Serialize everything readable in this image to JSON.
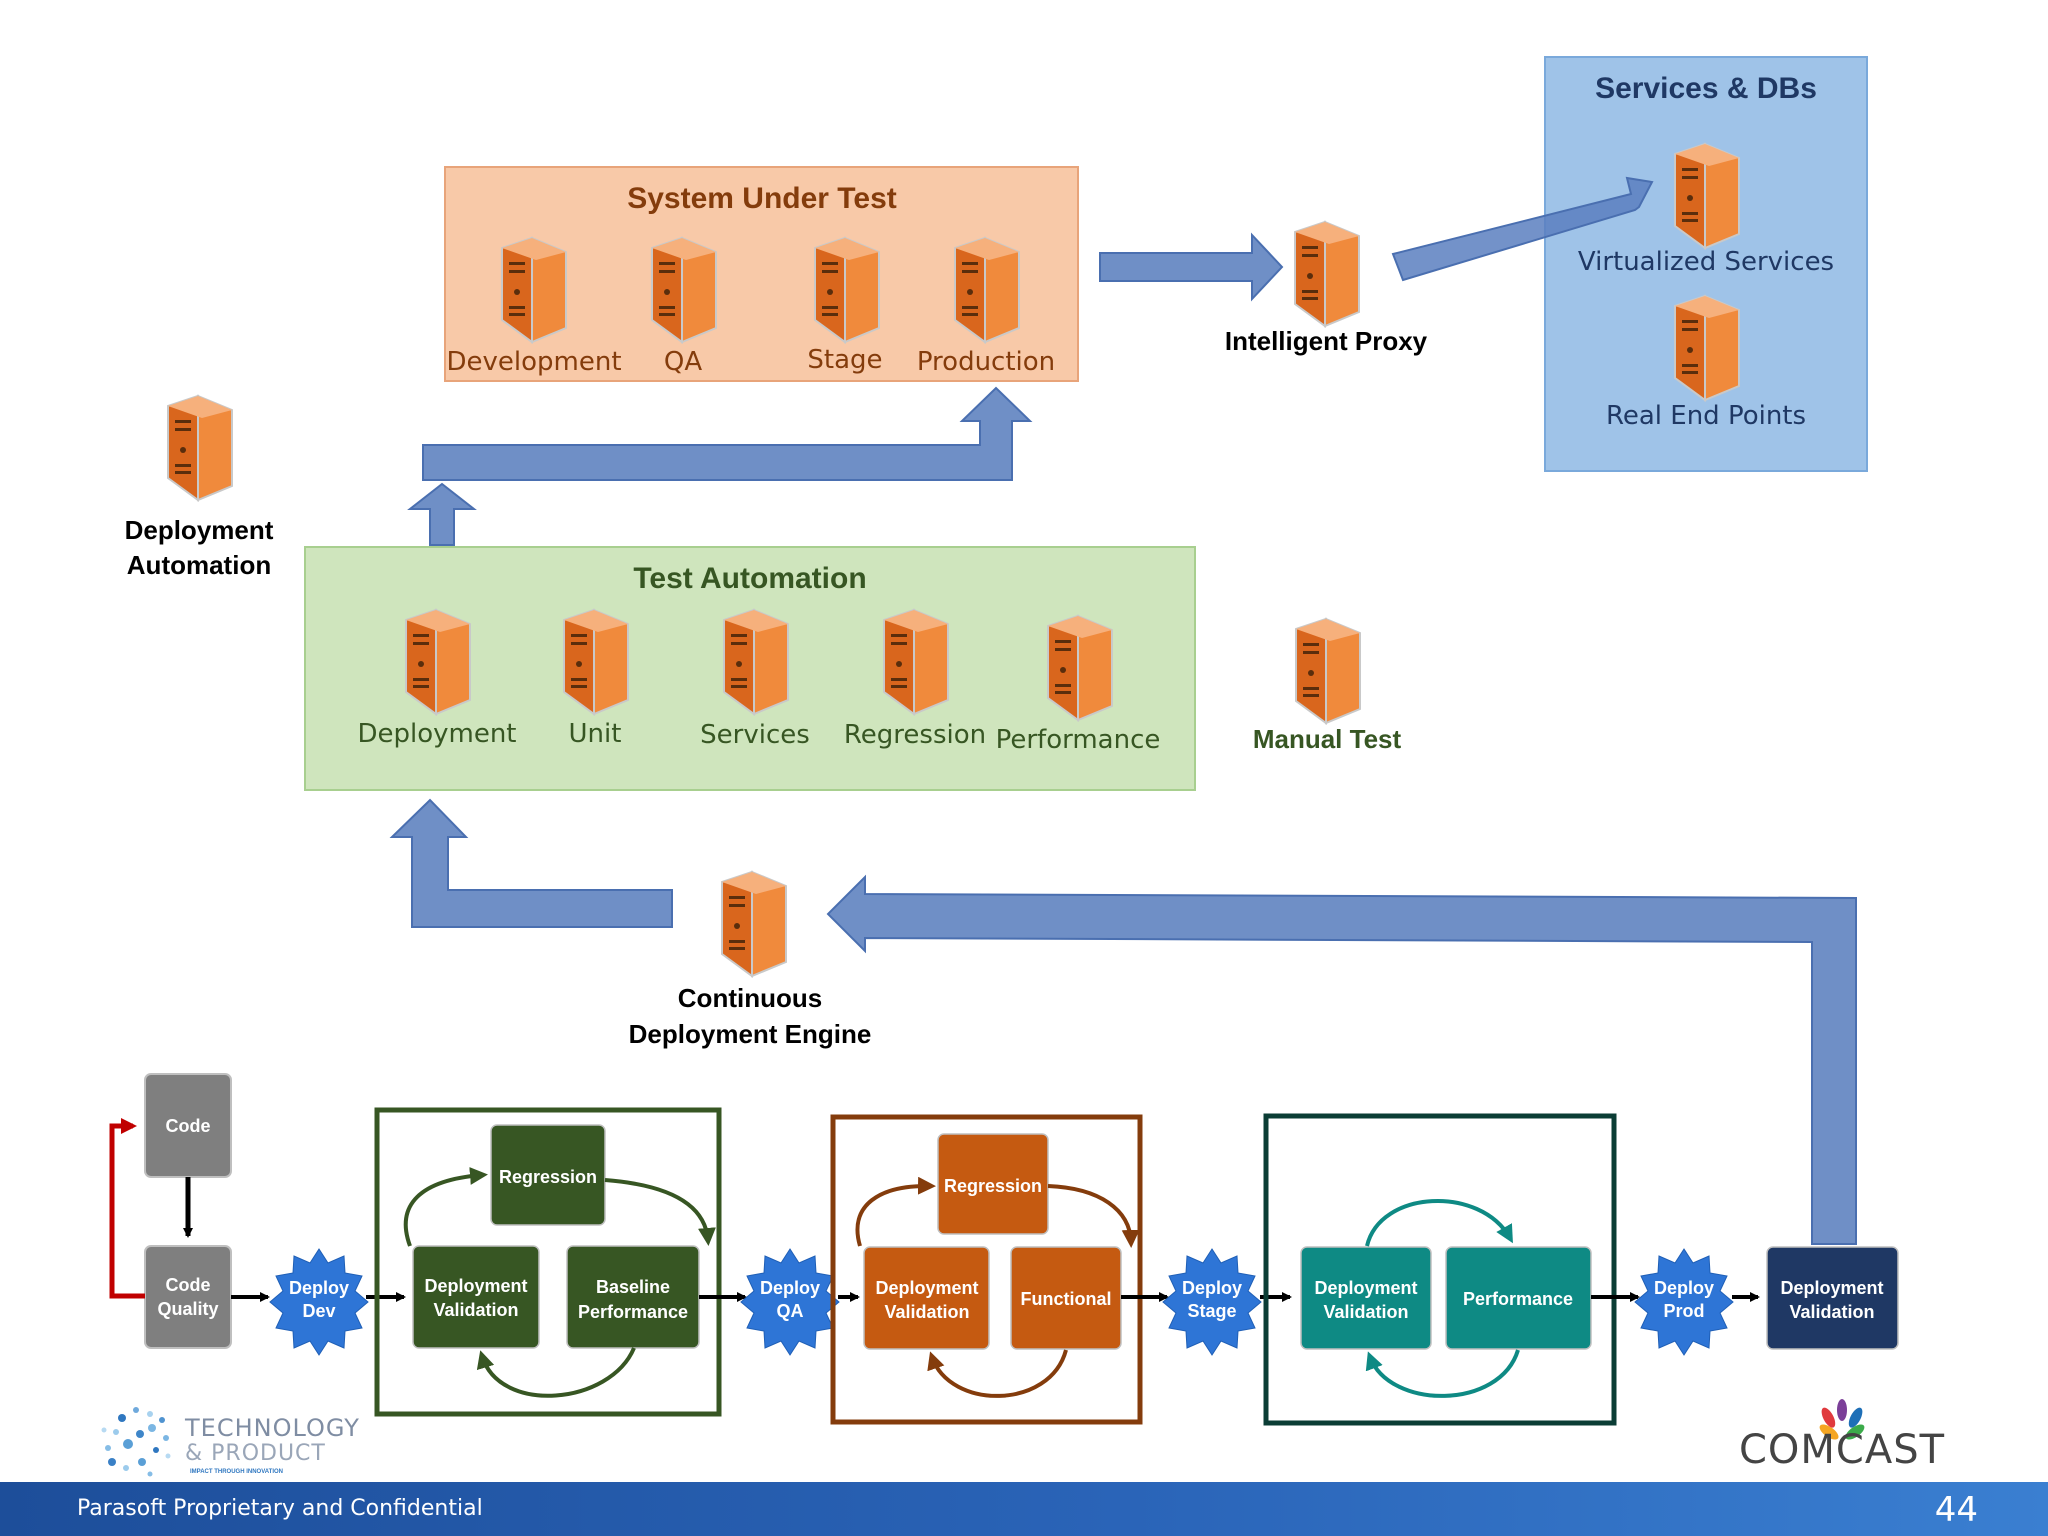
{
  "sut": {
    "title": "System Under Test",
    "servers": [
      "Development",
      "QA",
      "Stage",
      "Production"
    ]
  },
  "proxy": {
    "label": "Intelligent Proxy"
  },
  "services": {
    "title": "Services & DBs",
    "virtualized": "Virtualized Services",
    "real": "Real End Points"
  },
  "deployment_automation": {
    "line1": "Deployment",
    "line2": "Automation"
  },
  "test_automation": {
    "title": "Test Automation",
    "servers": [
      "Deployment",
      "Unit",
      "Services",
      "Regression",
      "Performance"
    ]
  },
  "manual_test": {
    "label": "Manual Test"
  },
  "cde": {
    "line1": "Continuous",
    "line2": "Deployment Engine"
  },
  "pipeline": {
    "code": "Code",
    "code_quality": [
      "Code",
      "Quality"
    ],
    "deploy_dev": [
      "Deploy",
      "Dev"
    ],
    "dev_stage": {
      "regression": "Regression",
      "deployment_validation": [
        "Deployment",
        "Validation"
      ],
      "baseline_performance": [
        "Baseline",
        "Performance"
      ]
    },
    "deploy_qa": [
      "Deploy",
      "QA"
    ],
    "qa_stage": {
      "regression": "Regression",
      "deployment_validation": [
        "Deployment",
        "Validation"
      ],
      "functional": "Functional"
    },
    "deploy_stage": [
      "Deploy",
      "Stage"
    ],
    "stage_stage": {
      "deployment_validation": [
        "Deployment",
        "Validation"
      ],
      "performance": "Performance"
    },
    "deploy_prod": [
      "Deploy",
      "Prod"
    ],
    "prod_validation": [
      "Deployment",
      "Validation"
    ]
  },
  "logos": {
    "tp_line1": "TECHNOLOGY",
    "tp_line2": "& PRODUCT",
    "tp_tagline": "IMPACT THROUGH INNOVATION",
    "comcast": "COMCAST"
  },
  "footer": {
    "text": "Parasoft Proprietary and Confidential",
    "page": "44"
  },
  "colors": {
    "server_orange": "#e8762b",
    "arrow_blue": "#6f8fc6",
    "sut_bg": "#f8c9a8",
    "ta_bg": "#cfe5bd",
    "services_bg": "#9fc3e8",
    "dev_green": "#375623",
    "qa_orange": "#c55a11",
    "stage_teal": "#0e8a84",
    "prod_navy": "#1f3864",
    "code_gray": "#7f7f7f"
  }
}
